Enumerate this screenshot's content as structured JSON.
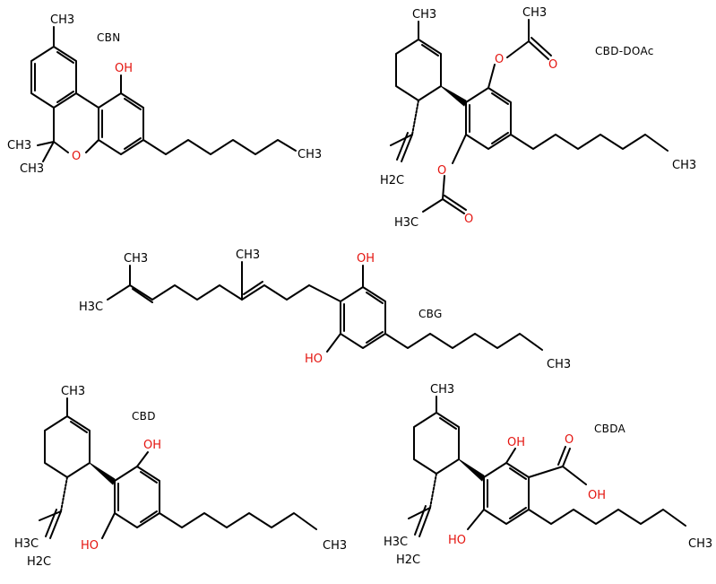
{
  "colors": {
    "bond": "#000000",
    "carbon_label": "#000000",
    "oxygen_label": "#e4140f",
    "background": "#ffffff"
  },
  "molecules": {
    "cbn": {
      "name": "CBN",
      "labels": {
        "ch3_top": "CH3",
        "oh": "OH",
        "o_ring": "O",
        "ch3_gem_upper": "CH3",
        "ch3_gem_lower": "CH3",
        "ch3_tail": "CH3"
      }
    },
    "cbd_doac": {
      "name": "CBD-DOAc",
      "labels": {
        "ch3_ring": "CH3",
        "ch3_acetyl_top": "CH3",
        "o_ester_top": "O",
        "o_carbonyl_top": "O",
        "h2c": "H2C",
        "o_ester_bottom": "O",
        "o_carbonyl_bottom": "O",
        "h3c_acetyl_bottom": "H3C",
        "ch3_tail": "CH3"
      }
    },
    "cbg": {
      "name": "CBG",
      "labels": {
        "ch3_terminal_top": "CH3",
        "h3c_terminal": "H3C",
        "ch3_mid": "CH3",
        "oh_top": "OH",
        "ho_bottom": "HO",
        "ch3_tail": "CH3"
      }
    },
    "cbd": {
      "name": "CBD",
      "labels": {
        "ch3_ring": "CH3",
        "oh_top": "OH",
        "h3c": "H3C",
        "h2c": "H2C",
        "ho_bottom": "HO",
        "ch3_tail": "CH3"
      }
    },
    "cbda": {
      "name": "CBDA",
      "labels": {
        "ch3_ring": "CH3",
        "oh_top": "OH",
        "o_carbonyl": "O",
        "oh_acid": "OH",
        "h3c": "H3C",
        "h2c": "H2C",
        "ho_bottom": "HO",
        "ch3_tail": "CH3"
      }
    }
  }
}
